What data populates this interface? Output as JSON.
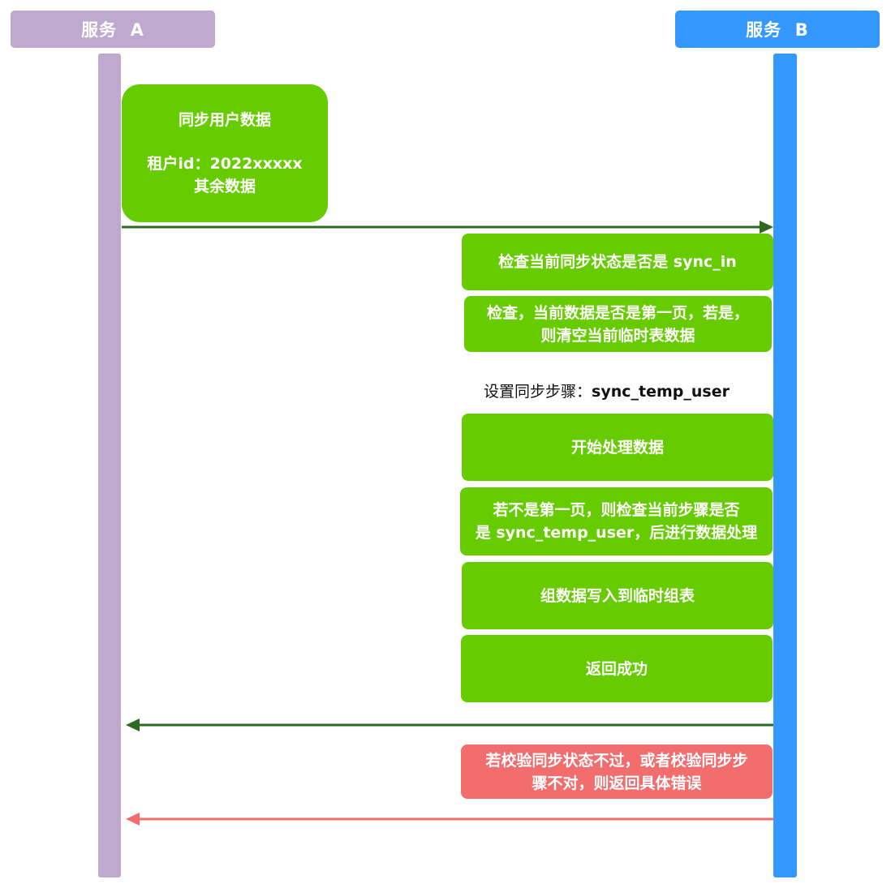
{
  "service_a": {
    "label": "服务  A"
  },
  "service_b": {
    "label": "服务  B"
  },
  "request_box": {
    "title": "同步用户数据",
    "line1": "租户id：2022xxxxx",
    "line2": "其余数据"
  },
  "steps": {
    "check_sync": "检查当前同步状态是否是 sync_in",
    "check_first_line1": "检查，当前数据是否是第一页，若是，",
    "check_first_line2": "则清空当前临时表数据",
    "set_step_prefix": "设置同步步骤：",
    "set_step_value": "sync_temp_user",
    "start_process": "开始处理数据",
    "not_first_line1": "若不是第一页，则检查当前步骤是否",
    "not_first_line2": "是 sync_temp_user，后进行数据处理",
    "write_temp": "组数据写入到临时组表",
    "return_success": "返回成功"
  },
  "error_box": {
    "line1": "若校验同步状态不过，或者校验同步步",
    "line2": "骤不对，则返回具体错误"
  },
  "colors": {
    "service_a": "#c0a9cf",
    "service_b": "#3399ff",
    "step_green": "#66cc00",
    "error_red": "#f26d6d",
    "arrow_green": "#2d6a1f",
    "arrow_red": "#f26d6d"
  }
}
